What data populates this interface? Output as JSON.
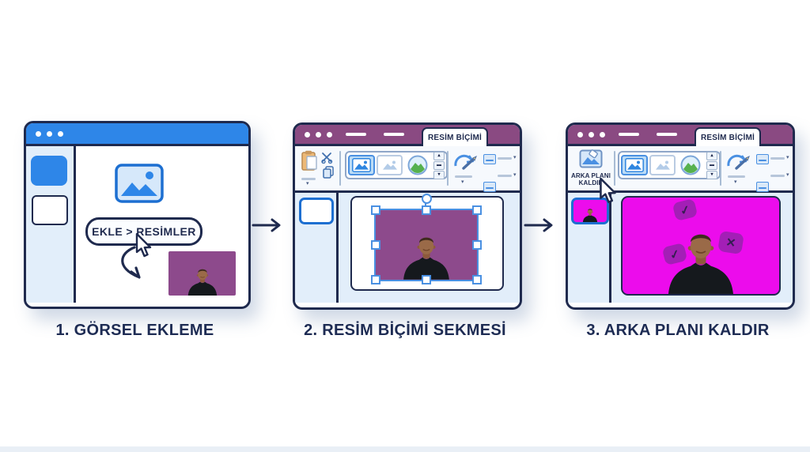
{
  "meta": {
    "language": "tr",
    "topic": "Removing an image background in a slide editor (3-step tutorial)"
  },
  "colors": {
    "outline_navy": "#1f2a4e",
    "caption_navy": "#1d2b53",
    "titlebar_blue": "#2e86e8",
    "titlebar_purple": "#8a4a82",
    "panel_light_blue": "#e2eefa",
    "toolbar_bg": "#f6f9fd",
    "photo_purple": "#8d4a8c",
    "removal_magenta": "#ec0cec",
    "selection_blue": "#4a90e2",
    "clipboard_tan": "#ecb977",
    "style_green": "#56b14e"
  },
  "icons": {
    "window_dots": "window control dots",
    "picture_icon": "picture/image glyph",
    "cursor_icon": "mouse pointer",
    "curved_arrow_icon": "curved swoosh arrow",
    "clipboard_icon": "paste clipboard",
    "scissors_icon": "cut scissors",
    "copy_icon": "copy pages",
    "artistic_effects_icon": "recolor curved-arrow + pencil",
    "gallery_up_icon": "▲",
    "gallery_more_icon": "▬",
    "gallery_down_icon": "▼",
    "dropdown_caret": "▾",
    "check_icon": "✓",
    "x_icon": "✕",
    "step_arrow_icon": "→"
  },
  "steps": [
    {
      "caption": "1. GÖRSEL EKLEME",
      "window": {
        "titlebar": "blue with three dots",
        "insert_button_label": "EKLE > RESİMLER",
        "content": "picture icon, cursor, curved arrow pointing to inserted photo of man on purple background"
      }
    },
    {
      "caption": "2. RESİM BİÇİMİ SEKMESİ",
      "window": {
        "tab_label": "RESİM BİÇİMİ",
        "ribbon": "clipboard/cut/copy group, picture styles gallery (3 styles, first selected), artistic effect controls",
        "content": "selected photo on slide with 8 resize handles and rotation handle"
      }
    },
    {
      "caption": "3. ARKA PLANI KALDIR",
      "window": {
        "tab_label": "RESİM BİÇİMİ",
        "remove_background_button": {
          "line1": "ARKA PLANI",
          "line2": "KALDIR"
        },
        "content": "background-removal view: magenta marked background with two keep checkmarks and one remove X"
      }
    }
  ]
}
